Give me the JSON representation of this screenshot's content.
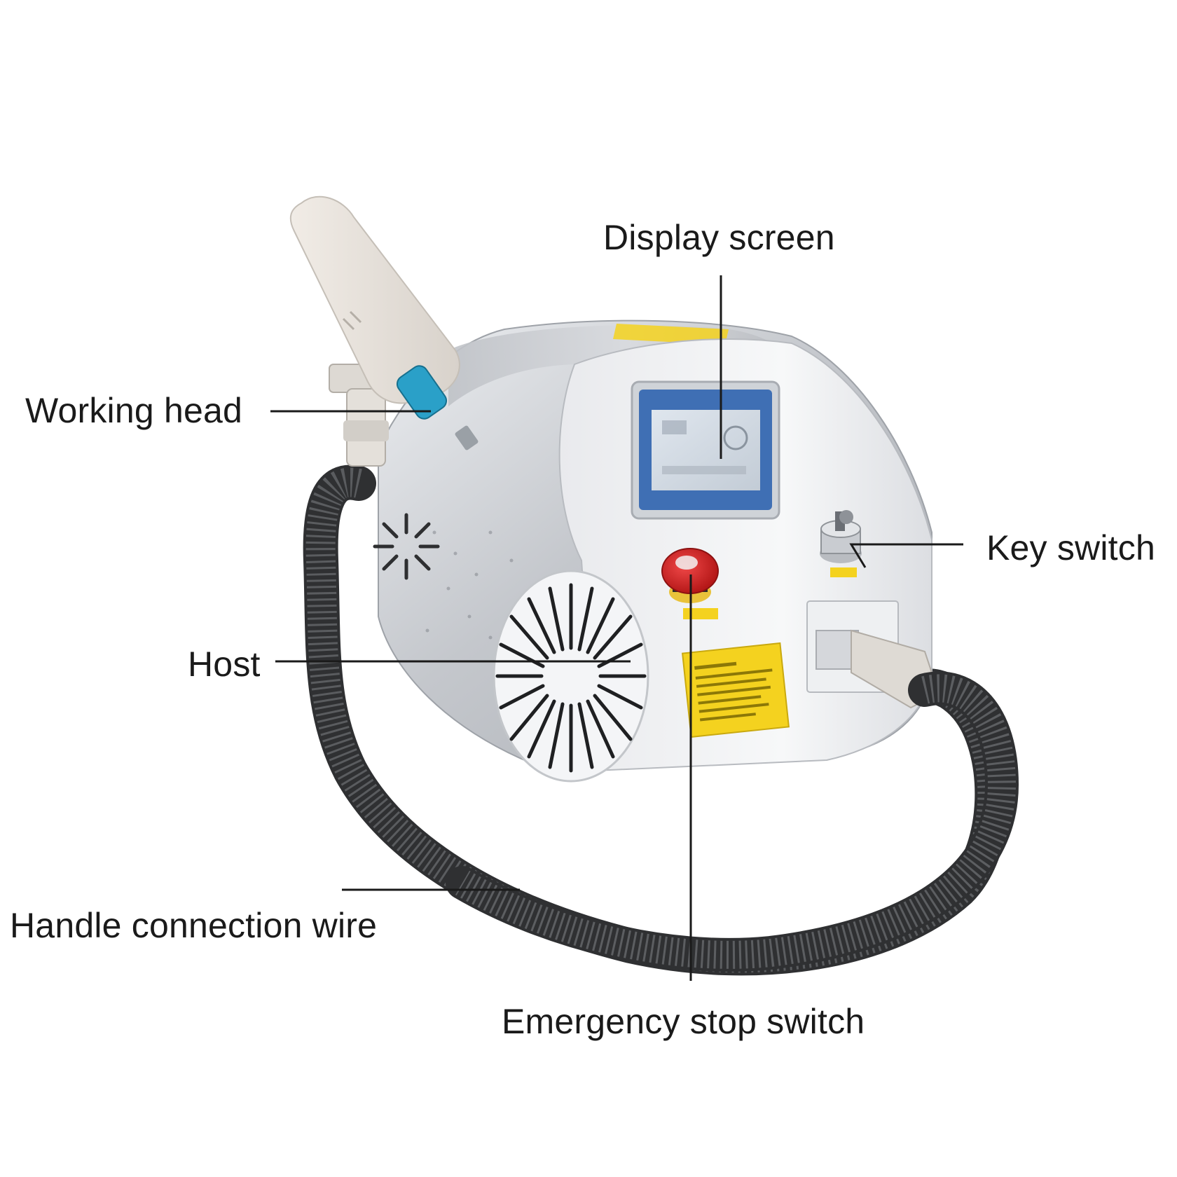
{
  "labels": {
    "display_screen": "Display screen",
    "working_head": "Working head",
    "key_switch": "Key switch",
    "host": "Host",
    "handle_connection_wire": "Handle connection wire",
    "emergency_stop_switch": "Emergency stop switch"
  },
  "colors": {
    "leader_line": "#1a1a1a",
    "body_silver": "#c9cbcf",
    "body_white": "#f3f4f6",
    "screen_bezel": "#3f6fb4",
    "cable": "#3a3b3d",
    "emergency_red": "#d62a2a",
    "warning_yellow": "#f4d21f",
    "handpiece_tip": "#2aa0c8"
  }
}
